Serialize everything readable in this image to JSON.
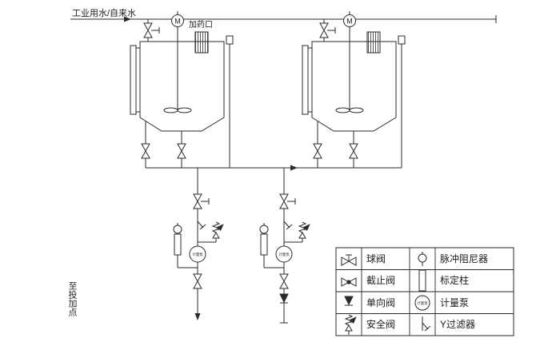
{
  "diagram": {
    "supply_label": "工业用水/自来水",
    "dosing_port_label": "加药口",
    "outlet_label": "至投加点",
    "motor_label": "M",
    "pump_label": "计量泵"
  },
  "legend": {
    "items": [
      {
        "name": "ball-valve",
        "label": "球阀"
      },
      {
        "name": "globe-valve",
        "label": "截止阀"
      },
      {
        "name": "check-valve",
        "label": "单向阀"
      },
      {
        "name": "safety-valve",
        "label": "安全阀"
      },
      {
        "name": "pulse-damper",
        "label": "脉冲阻尼器"
      },
      {
        "name": "calibration-column",
        "label": "标定柱"
      },
      {
        "name": "metering-pump",
        "label": "计量泵"
      },
      {
        "name": "y-strainer",
        "label": "Y过滤器"
      }
    ]
  },
  "colors": {
    "line": "#2a2a2a",
    "background": "#ffffff"
  }
}
